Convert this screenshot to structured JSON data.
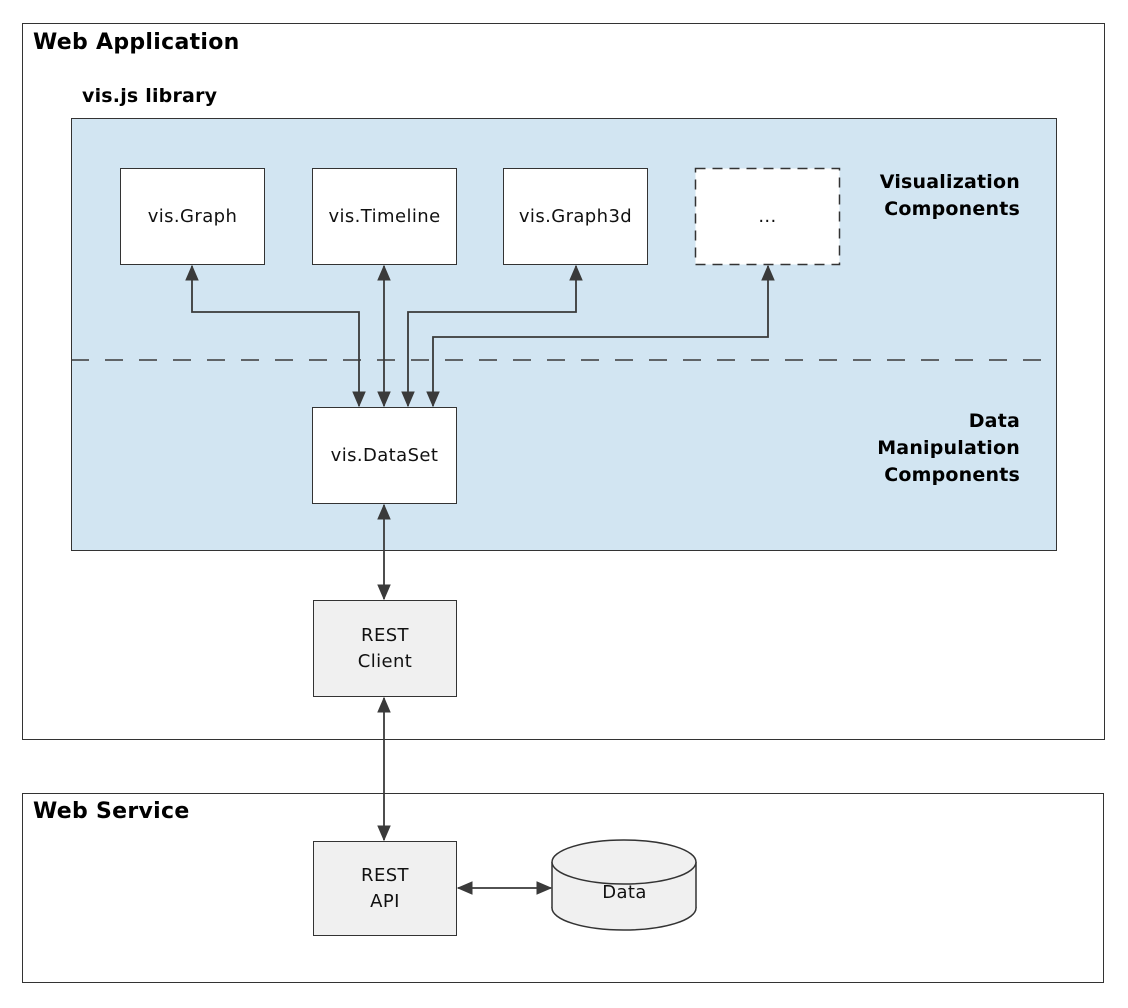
{
  "colors": {
    "library_fill": "#d2e5f2",
    "component_fill": "#ffffff",
    "service_fill": "#f0f0f0",
    "border": "#333333",
    "connector": "#3a3a3a"
  },
  "web_application": {
    "title": "Web Application",
    "library": {
      "title": "vis.js library",
      "visualization_section_label": "Visualization\nComponents",
      "data_section_label": "Data\nManipulation\nComponents",
      "components": {
        "graph": "vis.Graph",
        "timeline": "vis.Timeline",
        "graph3d": "vis.Graph3d",
        "more": "...",
        "dataset": "vis.DataSet"
      }
    },
    "rest_client": "REST\nClient"
  },
  "web_service": {
    "title": "Web Service",
    "rest_api": "REST\nAPI",
    "data_store": "Data"
  }
}
